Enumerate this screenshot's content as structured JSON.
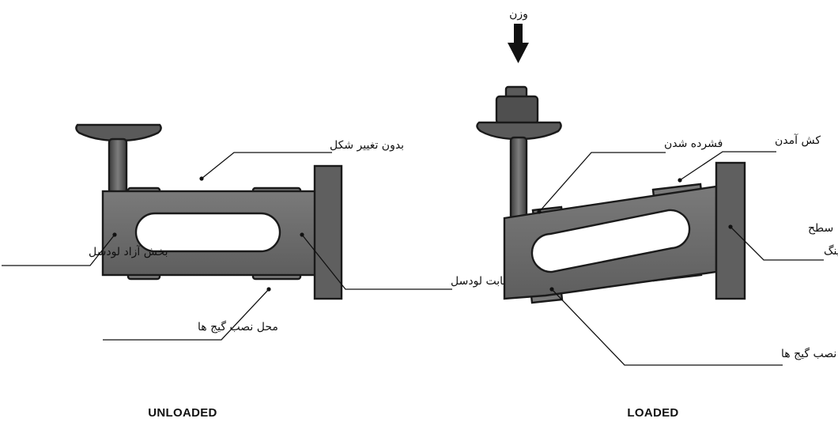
{
  "diagram": {
    "unloaded": {
      "caption": "UNLOADED",
      "labels": {
        "no_deformation": "بدون تغییر شکل",
        "free_end": "بخش آزاد لودسل",
        "fixed_end": "بخش ثابت لودسل",
        "gauge_location": "محل نصب گیج ها"
      }
    },
    "loaded": {
      "caption": "LOADED",
      "labels": {
        "weight": "وزن",
        "compression": "فشرده شدن",
        "tension": "کش آمدن",
        "mounting_surface_line1": "سطح",
        "mounting_surface_line2": "مانتینگ",
        "thin_wall": "دیواره نازک برای نصب گیج ها"
      }
    },
    "colors": {
      "body": "#6b6b6b",
      "mount": "#5f5f5f",
      "outline": "#1a1a1a",
      "hole": "#ffffff",
      "arrow": "#111111"
    }
  }
}
